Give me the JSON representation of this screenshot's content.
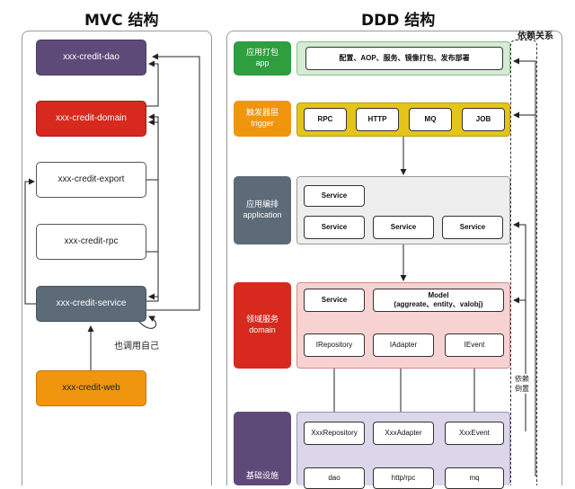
{
  "mvc": {
    "title": "MVC 结构",
    "nodes": {
      "dao": "xxx-credit-dao",
      "domain": "xxx-credit-domain",
      "export": "xxx-credit-export",
      "rpc": "xxx-credit-rpc",
      "service": "xxx-credit-service",
      "web": "xxx-credit-web"
    },
    "self_call_note": "也调用自己",
    "colors": {
      "dao": "#5e4a78",
      "domain": "#d7291e",
      "service": "#5d6b78",
      "web": "#f0950e"
    }
  },
  "ddd": {
    "title": "DDD 结构",
    "dependency_label": "依赖关系",
    "inversion_label": [
      "依赖",
      "倒置"
    ],
    "layers": {
      "app": {
        "name": "应用打包",
        "en": "app",
        "color": "#2e9e3e",
        "band": "#d5ecd3"
      },
      "trigger": {
        "name": "触发器层",
        "en": "trigger",
        "color": "#f0950e",
        "band": "#e3c51a"
      },
      "application": {
        "name": "应用编排",
        "en": "application",
        "color": "#5d6b78",
        "band": "#eeeeee"
      },
      "domain": {
        "name": "领域服务",
        "en": "domain",
        "color": "#d7291e",
        "band": "#f8d2d2"
      },
      "infrastructure": {
        "name": "基础设施",
        "color": "#5e4a78",
        "band": "#dcd6ea"
      }
    },
    "app_box": "配置、AOP、服务、镜像打包、发布部署",
    "trigger_boxes": [
      "RPC",
      "HTTP",
      "MQ",
      "JOB"
    ],
    "service_label": "Service",
    "model_label": [
      "Model",
      "(aggreate、entity、valobj)"
    ],
    "domain_interfaces": [
      "IRepository",
      "IAdapter",
      "IEvent"
    ],
    "infra_impls": [
      "XxxRepository",
      "XxxAdapter",
      "XxxEvent"
    ],
    "infra_bottom": [
      "dao",
      "http/rpc",
      "mq"
    ]
  }
}
